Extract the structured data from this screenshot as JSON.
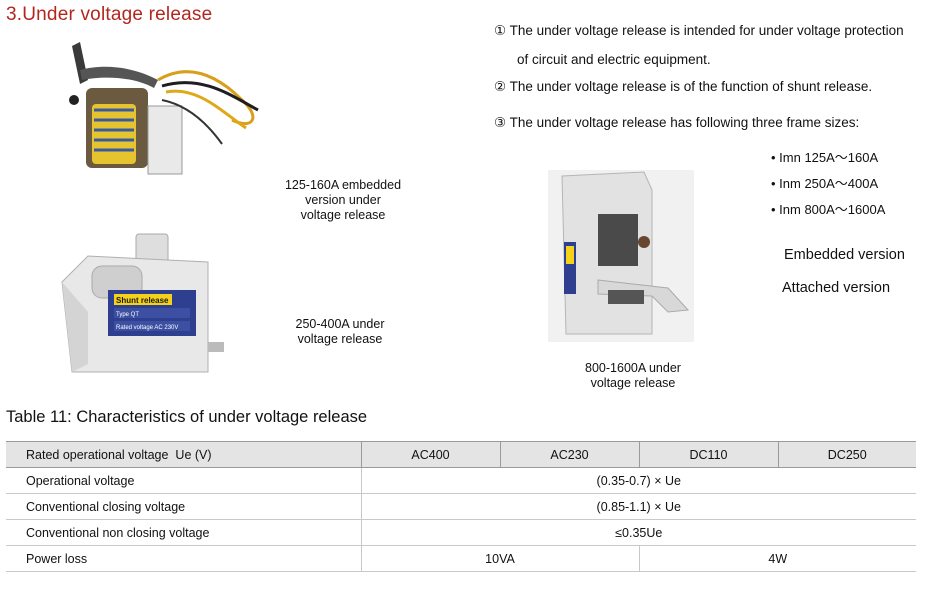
{
  "section_title": "3.Under voltage release",
  "notes": [
    "① The under voltage release is intended for under voltage protection",
    "of circuit and electric equipment.",
    "② The under voltage release is of the function of shunt release.",
    "③ The under voltage release has following three frame sizes:"
  ],
  "frame_sizes": [
    "• Imn 125A～160A",
    "• Inm 250A～400A",
    "• Inm 800A～1600A"
  ],
  "versions": [
    "Embedded version",
    "Attached version"
  ],
  "captions": {
    "small": [
      "125-160A embedded",
      "version under",
      "voltage release"
    ],
    "medium": [
      "250-400A under",
      "voltage release"
    ],
    "large": [
      "800-1600A under",
      "voltage release"
    ]
  },
  "product_labels": {
    "shunt": "Shunt release",
    "type": "Type QT",
    "rated": "Rated voltage  AC 230V"
  },
  "table": {
    "title": "Table 11: Characteristics of under voltage release",
    "header_label": "Rated operational voltage",
    "header_unit": "Ue (V)",
    "columns": [
      "AC400",
      "AC230",
      "DC110",
      "DC250"
    ],
    "rows": [
      {
        "label": "Operational voltage",
        "value": "(0.35-0.7) × Ue"
      },
      {
        "label": "Conventional closing voltage",
        "value": "(0.85-1.1) × Ue"
      },
      {
        "label": "Conventional non closing voltage",
        "value": "≤0.35Ue"
      }
    ],
    "power_loss": {
      "label": "Power loss",
      "ac": "10VA",
      "dc": "4W"
    }
  }
}
